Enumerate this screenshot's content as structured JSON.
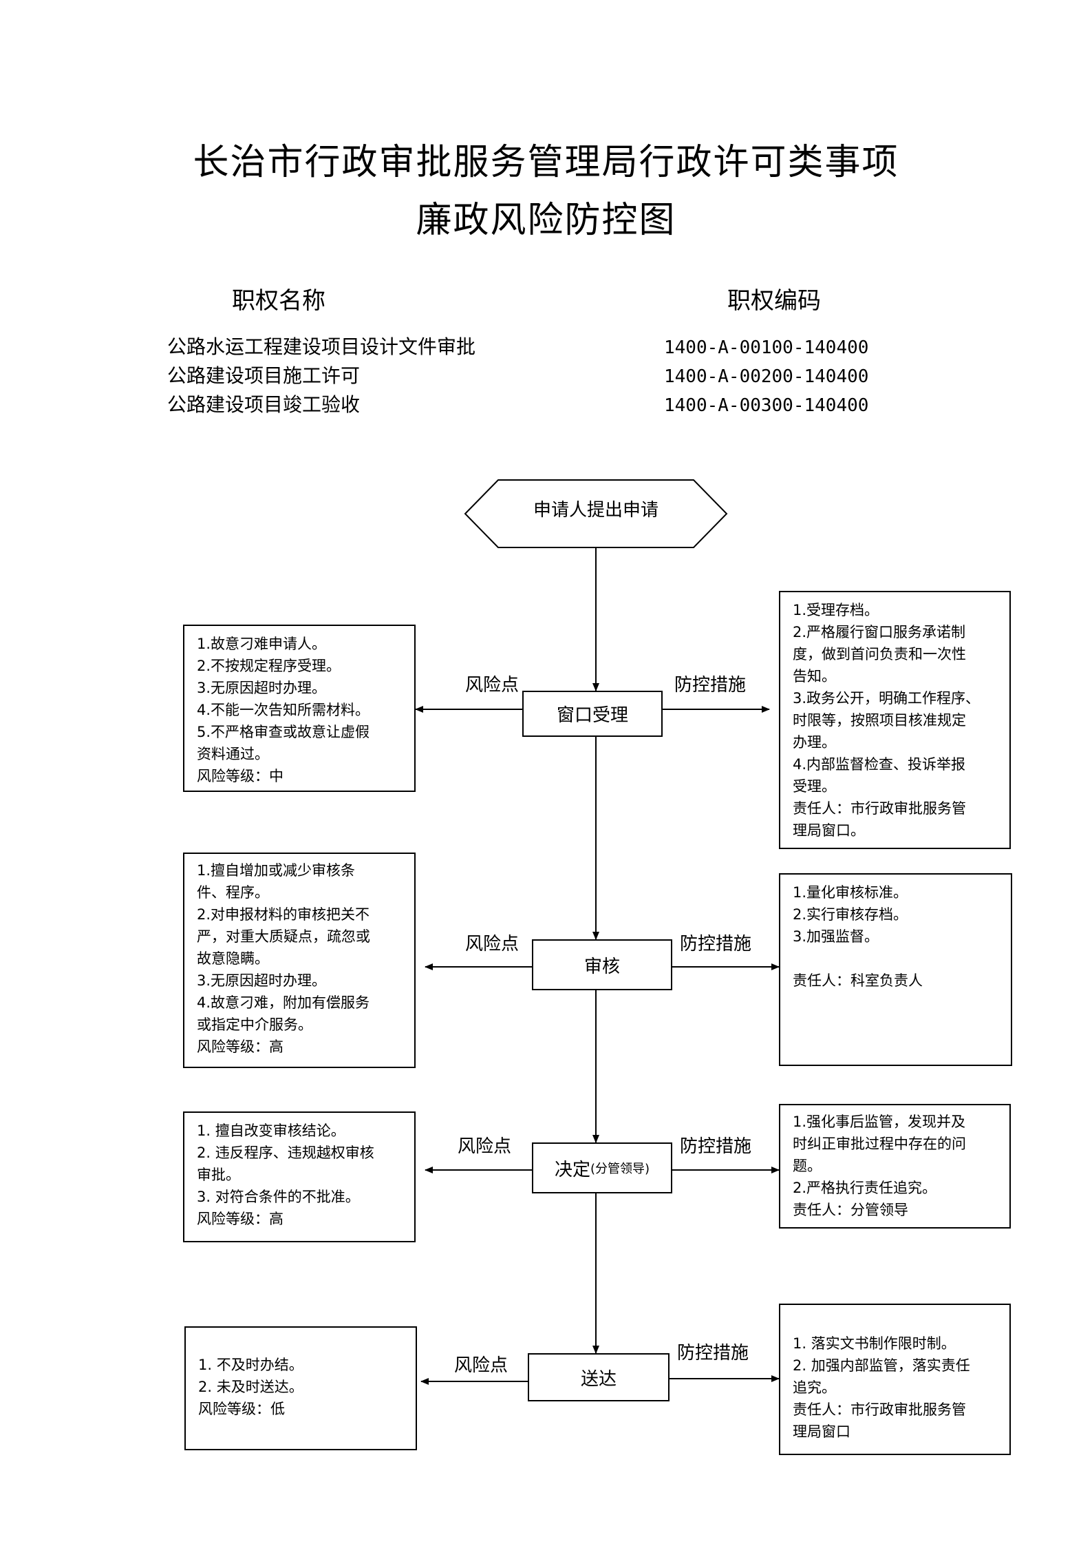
{
  "title": {
    "line1": "长治市行政审批服务管理局行政许可类事项",
    "line2": "廉政风险防控图"
  },
  "permissions": {
    "name_header": "职权名称",
    "code_header": "职权编码",
    "items": [
      {
        "name": "公路水运工程建设项目设计文件审批",
        "code": "1400-A-00100-140400"
      },
      {
        "name": "公路建设项目施工许可",
        "code": "1400-A-00200-140400"
      },
      {
        "name": "公路建设项目竣工验收",
        "code": "1400-A-00300-140400"
      }
    ]
  },
  "flow": {
    "start": "申请人提出申请",
    "risk_label": "风险点",
    "control_label": "防控措施",
    "steps": [
      {
        "name": "窗口受理",
        "risks": [
          "1.故意刁难申请人。",
          "2.不按规定程序受理。",
          "3.无原因超时办理。",
          "4.不能一次告知所需材料。",
          "5.不严格审查或故意让虚假",
          "资料通过。",
          "风险等级：中"
        ],
        "controls": [
          "1.受理存档。",
          "2.严格履行窗口服务承诺制",
          "度，做到首问负责和一次性",
          "告知。",
          "3.政务公开，明确工作程序、",
          "时限等，按照项目核准规定",
          "办理。",
          "4.内部监督检查、投诉举报",
          "受理。",
          "责任人：市行政审批服务管",
          "理局窗口。"
        ]
      },
      {
        "name": "审核",
        "risks": [
          "1.擅自增加或减少审核条",
          "件、程序。",
          "2.对申报材料的审核把关不",
          "严，对重大质疑点，疏忽或",
          "故意隐瞒。",
          "3.无原因超时办理。",
          "4.故意刁难，附加有偿服务",
          "或指定中介服务。",
          "风险等级：高"
        ],
        "controls": [
          "1.量化审核标准。",
          "2.实行审核存档。",
          "3.加强监督。",
          "",
          "责任人：科室负责人"
        ]
      },
      {
        "name": "决定",
        "name_sub": "(分管领导)",
        "risks": [
          "1. 擅自改变审核结论。",
          "2. 违反程序、违规越权审核",
          "审批。",
          "3. 对符合条件的不批准。",
          "风险等级：高"
        ],
        "controls": [
          "1.强化事后监管，发现并及",
          "时纠正审批过程中存在的问",
          "题。",
          "2.严格执行责任追究。",
          "责任人：分管领导"
        ]
      },
      {
        "name": "送达",
        "risks": [
          "1. 不及时办结。",
          "2. 未及时送达。",
          "风险等级：低"
        ],
        "controls": [
          "1. 落实文书制作限时制。",
          "2. 加强内部监管，落实责任",
          "追究。",
          "责任人：市行政审批服务管",
          "理局窗口"
        ]
      }
    ]
  }
}
